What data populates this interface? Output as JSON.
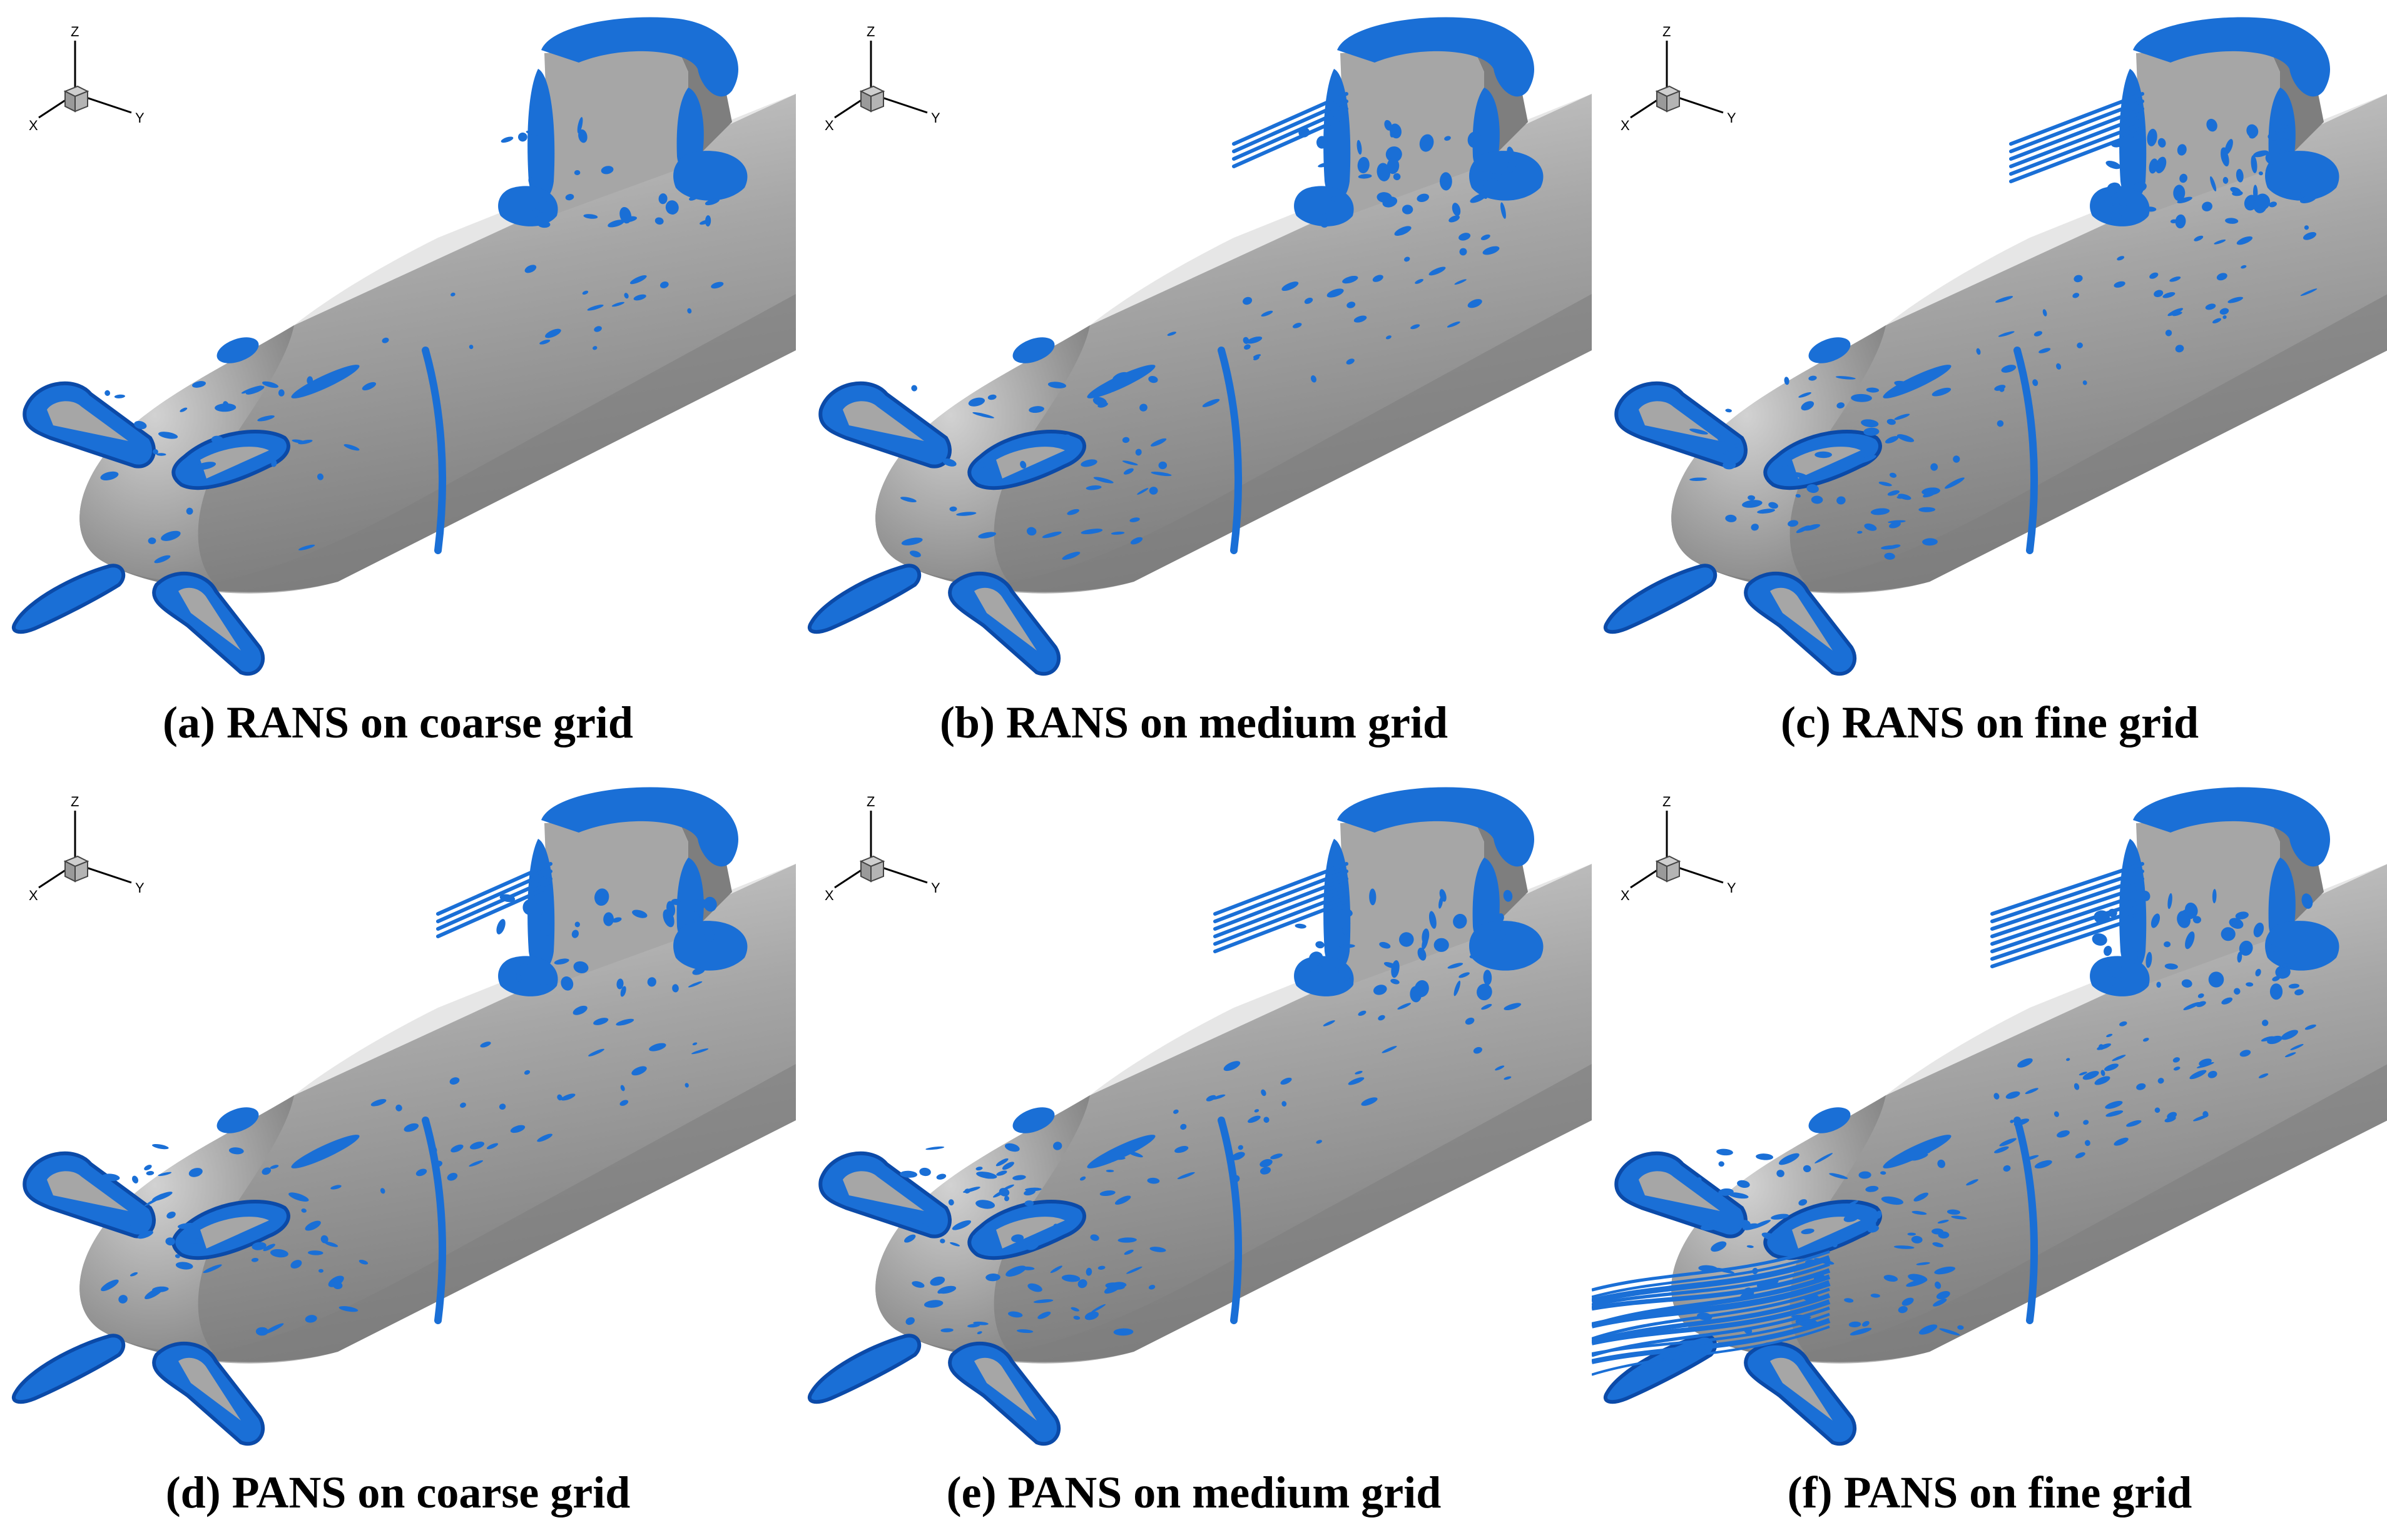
{
  "figure": {
    "panels": [
      {
        "caption": "(a) RANS on coarse grid",
        "structure_level": 1
      },
      {
        "caption": "(b) RANS on medium grid",
        "structure_level": 2
      },
      {
        "caption": "(c) RANS on fine grid",
        "structure_level": 3
      },
      {
        "caption": "(d) PANS on coarse grid",
        "structure_level": 2
      },
      {
        "caption": "(e) PANS on medium grid",
        "structure_level": 3
      },
      {
        "caption": "(f) PANS on fine grid",
        "structure_level": 4
      }
    ],
    "axes_triad": {
      "z": "Z",
      "x": "X",
      "y": "Y"
    },
    "colors": {
      "hull": "#a6a6a6",
      "hull_light": "#d2d2d2",
      "hull_dark": "#7e7e7e",
      "vortex": "#1a6fd6",
      "vortex_dark": "#0b4aa8",
      "background": "#ffffff",
      "caption": "#000000"
    }
  }
}
